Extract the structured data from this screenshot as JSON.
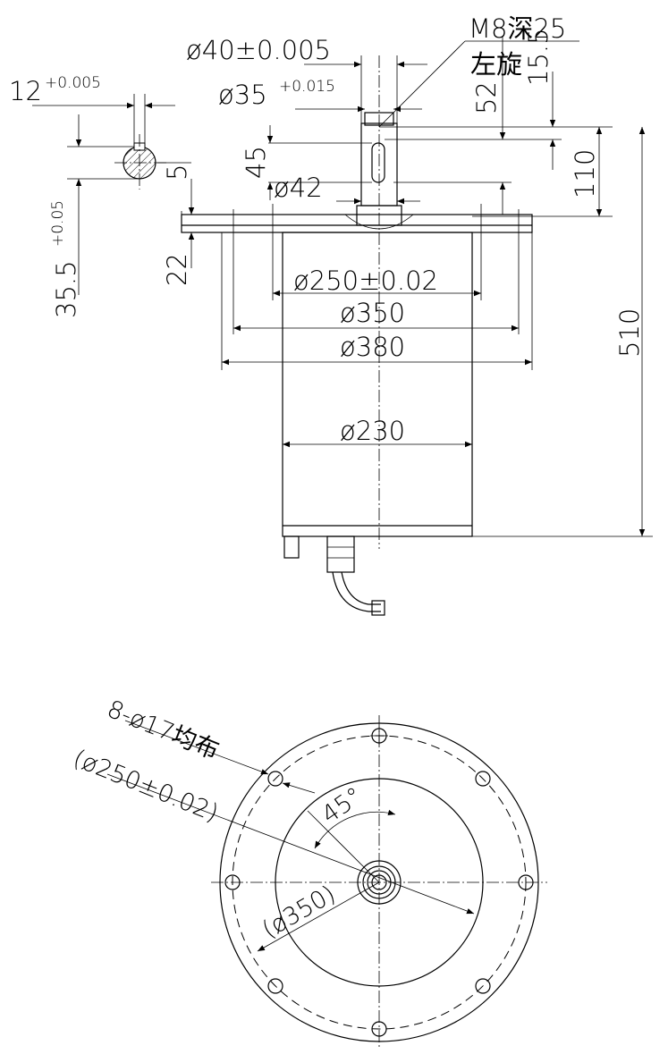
{
  "side_view": {
    "key_width": "12",
    "key_width_tol": "+0.005",
    "key_depth": "35.5",
    "key_depth_tol": "+0.05",
    "key_offset": "5",
    "shaft_dia": "ø40±0.005",
    "shaft_dia2": "ø35",
    "shaft_dia2_tol": "+0.015",
    "thread": "M8深25",
    "thread_dir": "左旋",
    "dim_52": "52",
    "dim_15_5": "15.5",
    "dim_45": "45",
    "dim_110": "110",
    "hub_dia": "ø42",
    "flange_thk": "22",
    "pilot_dia": "ø250±0.02",
    "bolt_circle_dia": "ø350",
    "flange_dia": "ø380",
    "body_dia": "ø230",
    "total_length": "510"
  },
  "end_view": {
    "holes": "8-ø17均布",
    "pilot_dia": "(ø250±0.02)",
    "bolt_circle_dia": "(ø350)",
    "angle": "45°"
  }
}
